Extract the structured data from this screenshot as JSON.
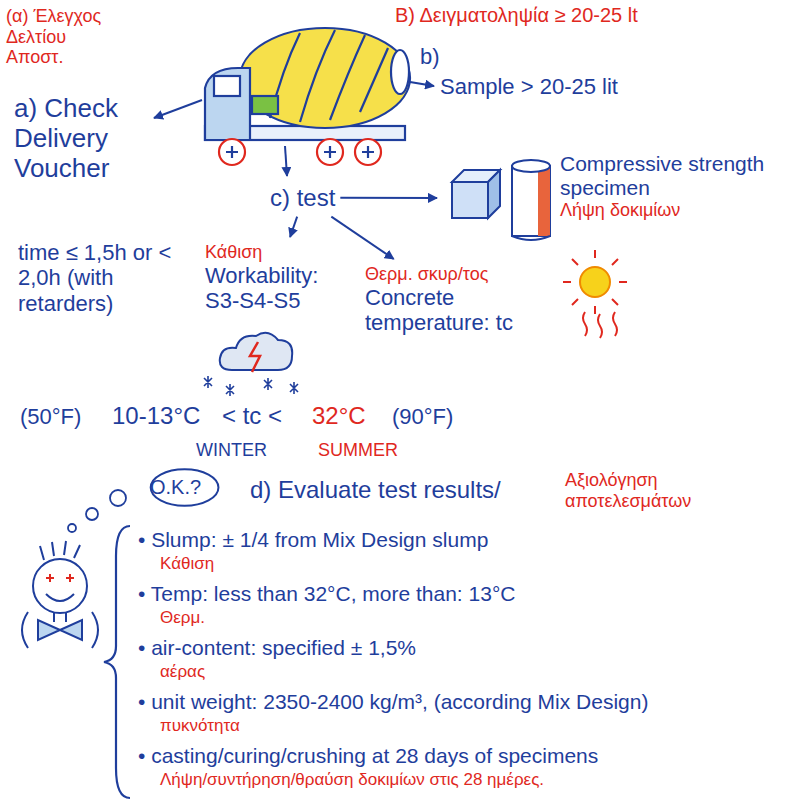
{
  "diagram": {
    "nodes": [
      {
        "text": [
          "a) Check Delivery Voucher"
        ]
      },
      {
        "text": [
          "c) test"
        ]
      },
      {
        "text": [
          "Compressive strength specimen",
          "Λήψη δοκιμίων"
        ]
      },
      {
        "text": [
          "Κάθιση",
          "Workability: S3-S4-S5"
        ]
      },
      {
        "text": [
          "Θερμ. σκυρ/τος",
          "Concrete temperature: tc"
        ]
      },
      {
        "text": [
          "O.K.?"
        ]
      }
    ],
    "edges": [
      {
        "from": 1,
        "to": 2,
        "arrow": "to"
      },
      {
        "from": 1,
        "to": 3,
        "arrow": "to"
      },
      {
        "from": 1,
        "to": 4,
        "arrow": "to"
      }
    ],
    "labels": [
      "(α) Έλεγχος Δελτίου Αποστ.",
      "Β) Δειγματοληψία ≥ 20-25 lt",
      "b)",
      "Sample > 20-25 lit",
      "time ≤ 1,5h or < 2,0h (with retarders)",
      "(50°F)",
      "10-13°C",
      "< tc <",
      "32°C",
      "(90°F)",
      "WINTER",
      "SUMMER",
      "d) Evaluate test results/",
      "Αξιολόγηση αποτελεσμάτων",
      "• Slump: ± 1/4 from Mix Design slump",
      "Κάθιση",
      "• Temp: less than 32°C, more than: 13°C",
      "Θερμ.",
      "• air-content: specified ± 1,5%",
      "αέρας",
      "• unit weight: 2350-2400 kg/m³, (according Mix Design)",
      "πυκνότητα",
      "• casting/curing/crushing at 28 days of specimens",
      "Λήψη/συντήρηση/θραύση δοκιμίων στις 28 ημέρες."
    ]
  }
}
